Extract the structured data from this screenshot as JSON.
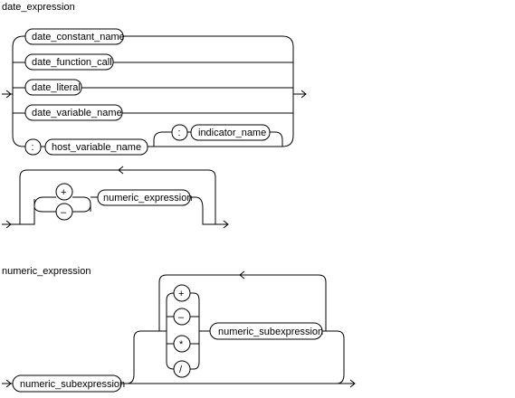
{
  "date_expression": {
    "title": "date_expression",
    "alternatives": {
      "date_constant_name": "date_constant_name",
      "date_function_call": "date_function_call",
      "date_literal": "date_literal",
      "date_variable_name": "date_variable_name",
      "colon_1": ":",
      "host_variable_name": "host_variable_name",
      "colon_2": ":",
      "indicator_name": "indicator_name"
    },
    "continuation": {
      "plus": "+",
      "minus": "–",
      "numeric_expression": "numeric_expression"
    }
  },
  "numeric_expression": {
    "title": "numeric_expression",
    "first": "numeric_subexpression",
    "operators": [
      "+",
      "–",
      "*",
      "/"
    ],
    "repeat_item": "numeric_subexpression"
  }
}
